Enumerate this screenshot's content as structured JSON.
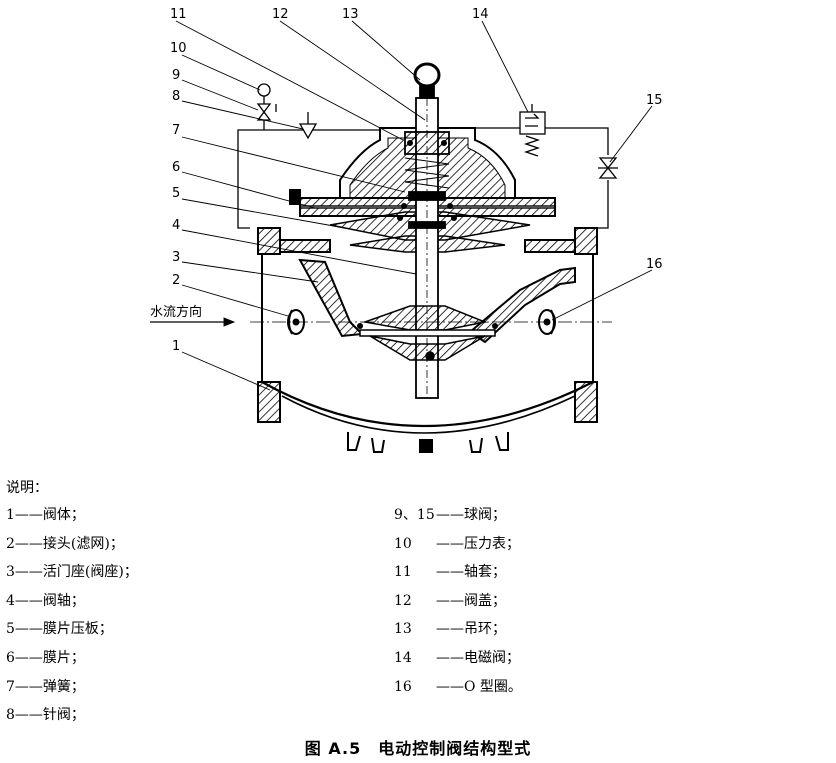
{
  "diagram": {
    "callouts": [
      "1",
      "2",
      "3",
      "4",
      "5",
      "6",
      "7",
      "8",
      "9",
      "10",
      "11",
      "12",
      "13",
      "14",
      "15",
      "16"
    ],
    "flow_label": "水流方向"
  },
  "legend": {
    "title": "说明：",
    "left": [
      {
        "num": "1",
        "text": "阀体；"
      },
      {
        "num": "2",
        "text": "接头(滤网)；"
      },
      {
        "num": "3",
        "text": "活门座(阀座)；"
      },
      {
        "num": "4",
        "text": "阀轴；"
      },
      {
        "num": "5",
        "text": "膜片压板；"
      },
      {
        "num": "6",
        "text": "膜片；"
      },
      {
        "num": "7",
        "text": "弹簧；"
      },
      {
        "num": "8",
        "text": "针阀；"
      }
    ],
    "right": [
      {
        "num": "9、15",
        "text": "球阀；"
      },
      {
        "num": "10",
        "text": "压力表；"
      },
      {
        "num": "11",
        "text": "轴套；"
      },
      {
        "num": "12",
        "text": "阀盖；"
      },
      {
        "num": "13",
        "text": "吊环；"
      },
      {
        "num": "14",
        "text": "电磁阀；"
      },
      {
        "num": "16",
        "text": "O 型圈。"
      }
    ],
    "separator": "——"
  },
  "caption": "图 A.5　电动控制阀结构型式"
}
